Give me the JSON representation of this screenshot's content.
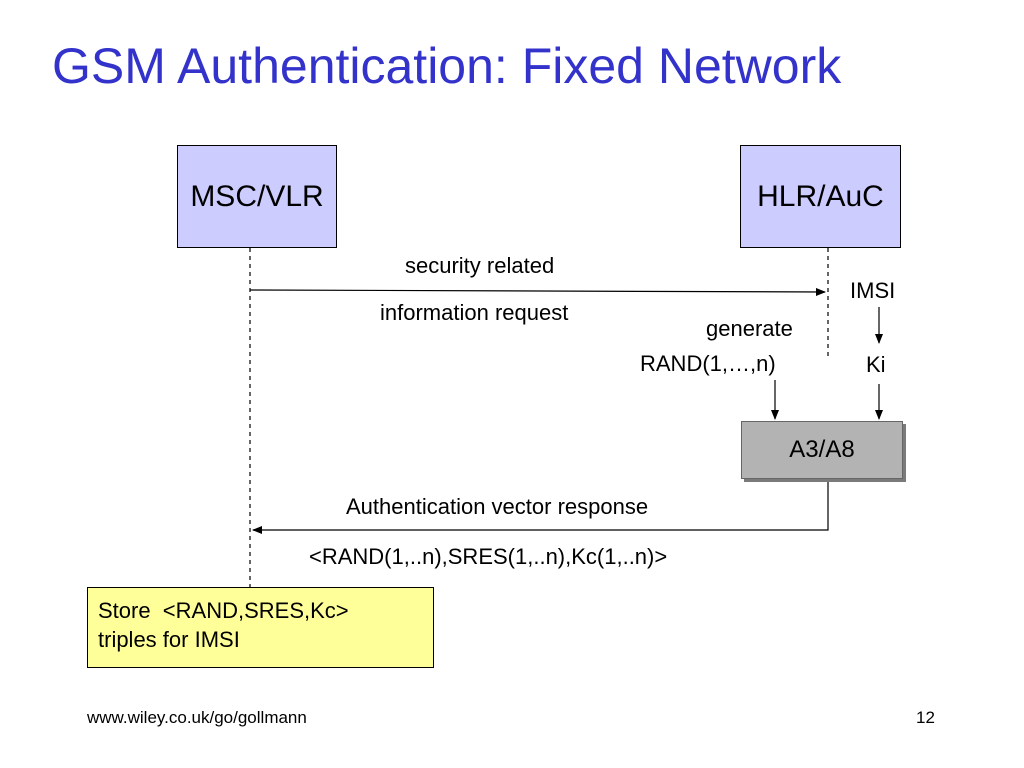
{
  "title": "GSM Authentication: Fixed Network",
  "entities": {
    "msc": "MSC/VLR",
    "hlr": "HLR/AuC",
    "algorithm": "A3/A8"
  },
  "request": {
    "line1": "security related",
    "line2": "information request"
  },
  "inputs": {
    "imsi": "IMSI",
    "ki": "Ki",
    "generate_line1": "generate",
    "generate_line2": "RAND(1,…,n)"
  },
  "response": {
    "line1": "Authentication vector response",
    "line2": "<RAND(1,..n),SRES(1,..n),Kc(1,..n)>"
  },
  "store": {
    "line1": "Store  <RAND,SRES,Kc>",
    "line2": "triples for IMSI"
  },
  "footer": {
    "url": "www.wiley.co.uk/go/gollmann",
    "page_number": "12"
  },
  "colors": {
    "title": "#3333cc",
    "entity_fill": "#ccccff",
    "algorithm_fill": "#b3b3b3",
    "store_fill": "#ffff99"
  }
}
